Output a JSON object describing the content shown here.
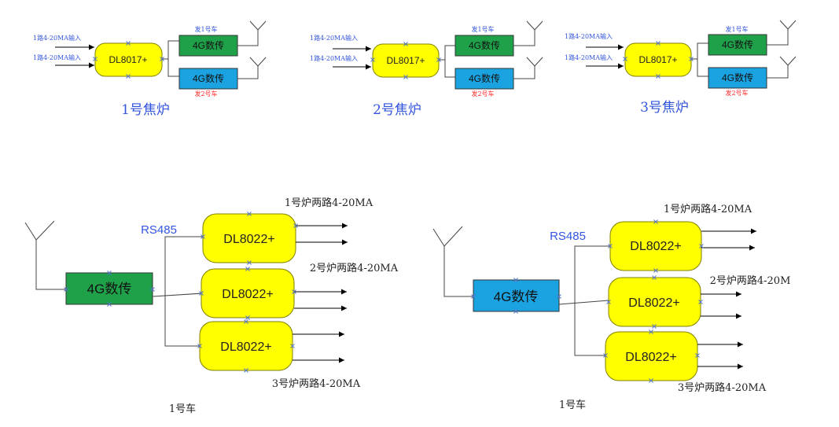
{
  "colors": {
    "controller_fill": "#ffff00",
    "controller_stroke": "#7f7f00",
    "modem_green": "#1fa14a",
    "modem_blue": "#1aa3e0",
    "label_blue": "#3355dd",
    "label_red": "#ff2a2a",
    "line": "#444444",
    "arrow": "#000000",
    "marker": "#5577cc"
  },
  "icons": [
    "antenna-icon",
    "arrow-icon",
    "connection-point-marker"
  ],
  "furnaces": [
    {
      "title": "1号焦炉",
      "input_1": "1路4-20MA输入",
      "input_2": "1路4-20MA输入",
      "controller": "DL8017+",
      "modem_top": "4G数传",
      "modem_bottom": "4G数传",
      "send_top": "发1号车",
      "send_bottom": "发2号车"
    },
    {
      "title": "2号焦炉",
      "input_1": "1路4-20MA输入",
      "input_2": "1路4-20MA输入",
      "controller": "DL8017+",
      "modem_top": "4G数传",
      "modem_bottom": "4G数传",
      "send_top": "发1号车",
      "send_bottom": "发2号车"
    },
    {
      "title": "3号焦炉",
      "input_1": "1路4-20MA输入",
      "input_2": "1路4-20MA输入",
      "controller": "DL8017+",
      "modem_top": "4G数传",
      "modem_bottom": "4G数传",
      "send_top": "发1号车",
      "send_bottom": "发2号车"
    }
  ],
  "vehicles": [
    {
      "title": "1号车",
      "bus_label": "RS485",
      "modem": "4G数传",
      "controllers": [
        "DL8022+",
        "DL8022+",
        "DL8022+"
      ],
      "outputs": [
        "1号炉两路4-20MA",
        "2号炉两路4-20MA",
        "3号炉两路4-20MA"
      ]
    },
    {
      "title": "1号车",
      "bus_label": "RS485",
      "modem": "4G数传",
      "controllers": [
        "DL8022+",
        "DL8022+",
        "DL8022+"
      ],
      "outputs": [
        "1号炉两路4-20MA",
        "2号炉两路4-20M",
        "3号炉两路4-20MA"
      ]
    }
  ]
}
